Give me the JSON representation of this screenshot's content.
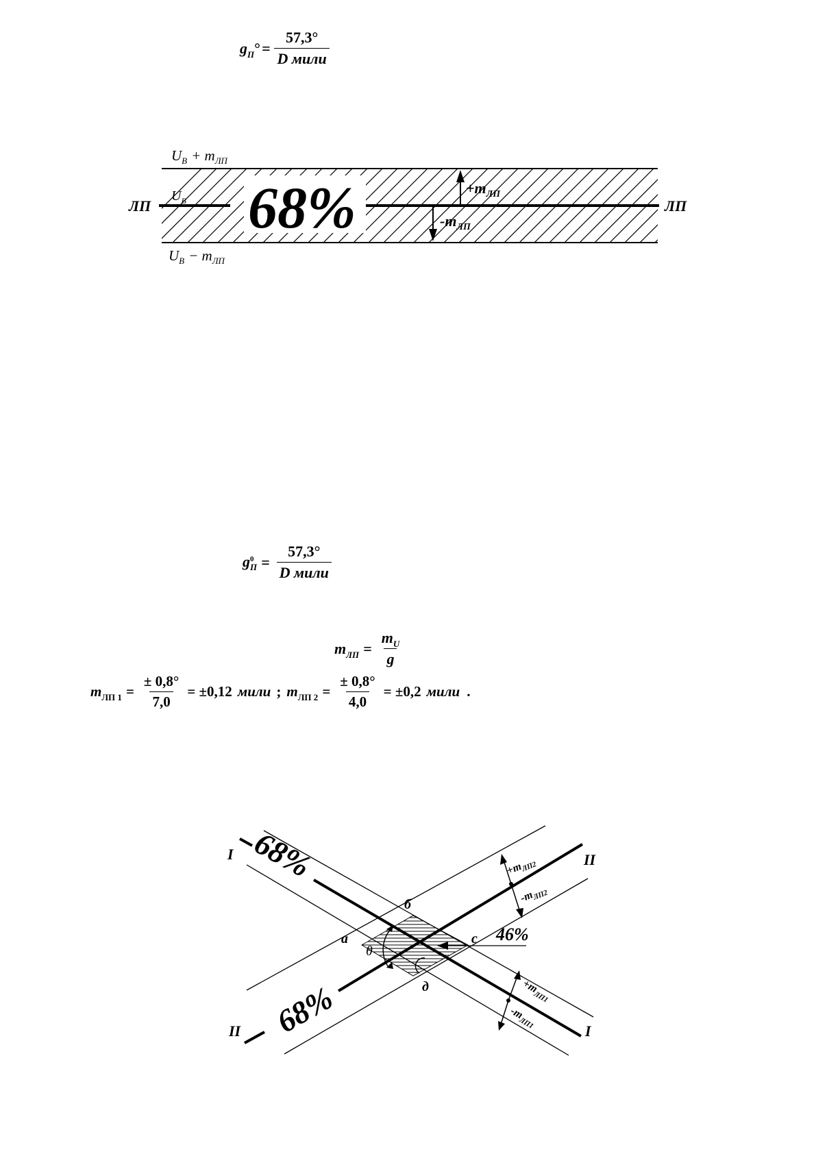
{
  "formula1": {
    "lhs_main": "g",
    "lhs_sub": "П",
    "lhs_deg": "°",
    "eq": "=",
    "numerator": "57,3°",
    "denominator": "D мили"
  },
  "diagram1": {
    "upper_label_main": "U",
    "upper_label_sub": "В",
    "upper_label_tail": "+ m",
    "upper_label_tail_sub": "ЛП",
    "lower_label_main": "U",
    "lower_label_sub": "В",
    "lower_label_tail": "− m",
    "lower_label_tail_sub": "ЛП",
    "center_label_main": "U",
    "center_label_sub": "В",
    "left_line_label": "ЛП",
    "right_line_label": "ЛП",
    "percent": "68%",
    "plus_label": "+m",
    "plus_label_sub": "ЛП",
    "minus_label": "-m",
    "minus_label_sub": "ЛП"
  },
  "formula2": {
    "lhs_main": "g",
    "lhs_sub": "П",
    "lhs_sup": "0",
    "eq": "=",
    "numerator": "57,3°",
    "denominator": "D мили"
  },
  "formula3": {
    "lhs_main": "m",
    "lhs_sub": "ЛП",
    "eq": "=",
    "numerator_main": "m",
    "numerator_sub": "U",
    "denominator": "g"
  },
  "formula4": {
    "lhs1_main": "m",
    "lhs1_sub": "ЛП 1",
    "eq1": "=",
    "num1": "± 0,8°",
    "den1": "7,0",
    "result1": "= ±0,12",
    "unit1": "мили",
    "sep": ";",
    "lhs2_main": "m",
    "lhs2_sub": "ЛП 2",
    "eq2": "=",
    "num2": "± 0,8°",
    "den2": "4,0",
    "result2": "= ±0,2",
    "unit2": "мили",
    "end": "."
  },
  "diagram2": {
    "label_I_top": "I",
    "label_I_bottom": "I",
    "label_II_top": "II",
    "label_II_bottom": "II",
    "percent_top": "68%",
    "percent_bottom": "68%",
    "percent_center": "46%",
    "vertex_a": "а",
    "vertex_b": "б",
    "vertex_c": "с",
    "vertex_d": "д",
    "angle": "θ",
    "plus_m2": "+m",
    "plus_m2_sub": "ЛП2",
    "minus_m2": "-m",
    "minus_m2_sub": "ЛП2",
    "plus_m1": "+m",
    "plus_m1_sub": "ЛП1",
    "minus_m1": "-m",
    "minus_m1_sub": "ЛП1"
  }
}
